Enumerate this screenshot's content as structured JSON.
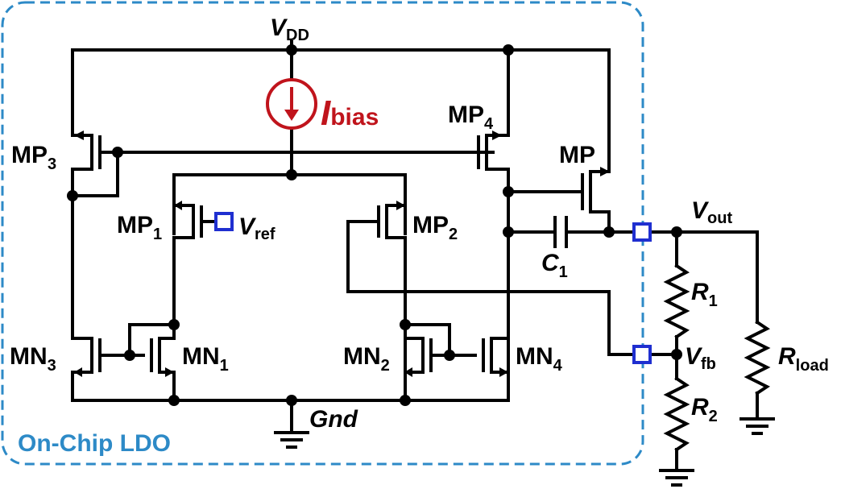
{
  "boundary": {
    "label": "On-Chip LDO",
    "color": "#2d8ac7"
  },
  "colors": {
    "wire": "#000000",
    "bias": "#c0141c",
    "pad": "#1f2fd0"
  },
  "nodes": {
    "vdd": {
      "main": "V",
      "sub": "DD"
    },
    "gnd": {
      "main": "Gnd"
    },
    "vout": {
      "main": "V",
      "sub": "out"
    },
    "vref": {
      "main": "V",
      "sub": "ref"
    },
    "vfb": {
      "main": "V",
      "sub": "fb"
    }
  },
  "bias_source": {
    "main": "I",
    "sub": "bias"
  },
  "transistors": {
    "mp3": {
      "main": "MP",
      "sub": "3"
    },
    "mp4": {
      "main": "MP",
      "sub": "4"
    },
    "mp": {
      "main": "MP"
    },
    "mp1": {
      "main": "MP",
      "sub": "1"
    },
    "mp2": {
      "main": "MP",
      "sub": "2"
    },
    "mn3": {
      "main": "MN",
      "sub": "3"
    },
    "mn1": {
      "main": "MN",
      "sub": "1"
    },
    "mn2": {
      "main": "MN",
      "sub": "2"
    },
    "mn4": {
      "main": "MN",
      "sub": "4"
    }
  },
  "passives": {
    "c1": {
      "main": "C",
      "sub": "1"
    },
    "r1": {
      "main": "R",
      "sub": "1"
    },
    "r2": {
      "main": "R",
      "sub": "2"
    },
    "rload": {
      "main": "R",
      "sub": "load"
    }
  }
}
